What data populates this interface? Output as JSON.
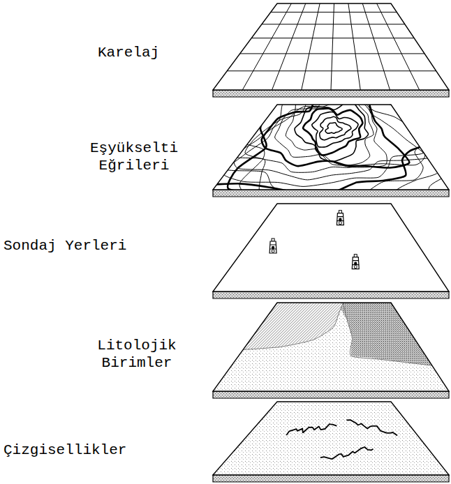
{
  "diagram": {
    "labels": [
      "Karelaj",
      "Eşyükselti Eğrileri",
      "Sondaj Yerleri",
      "Litolojik Birimler",
      "Çizgisellikler"
    ]
  }
}
